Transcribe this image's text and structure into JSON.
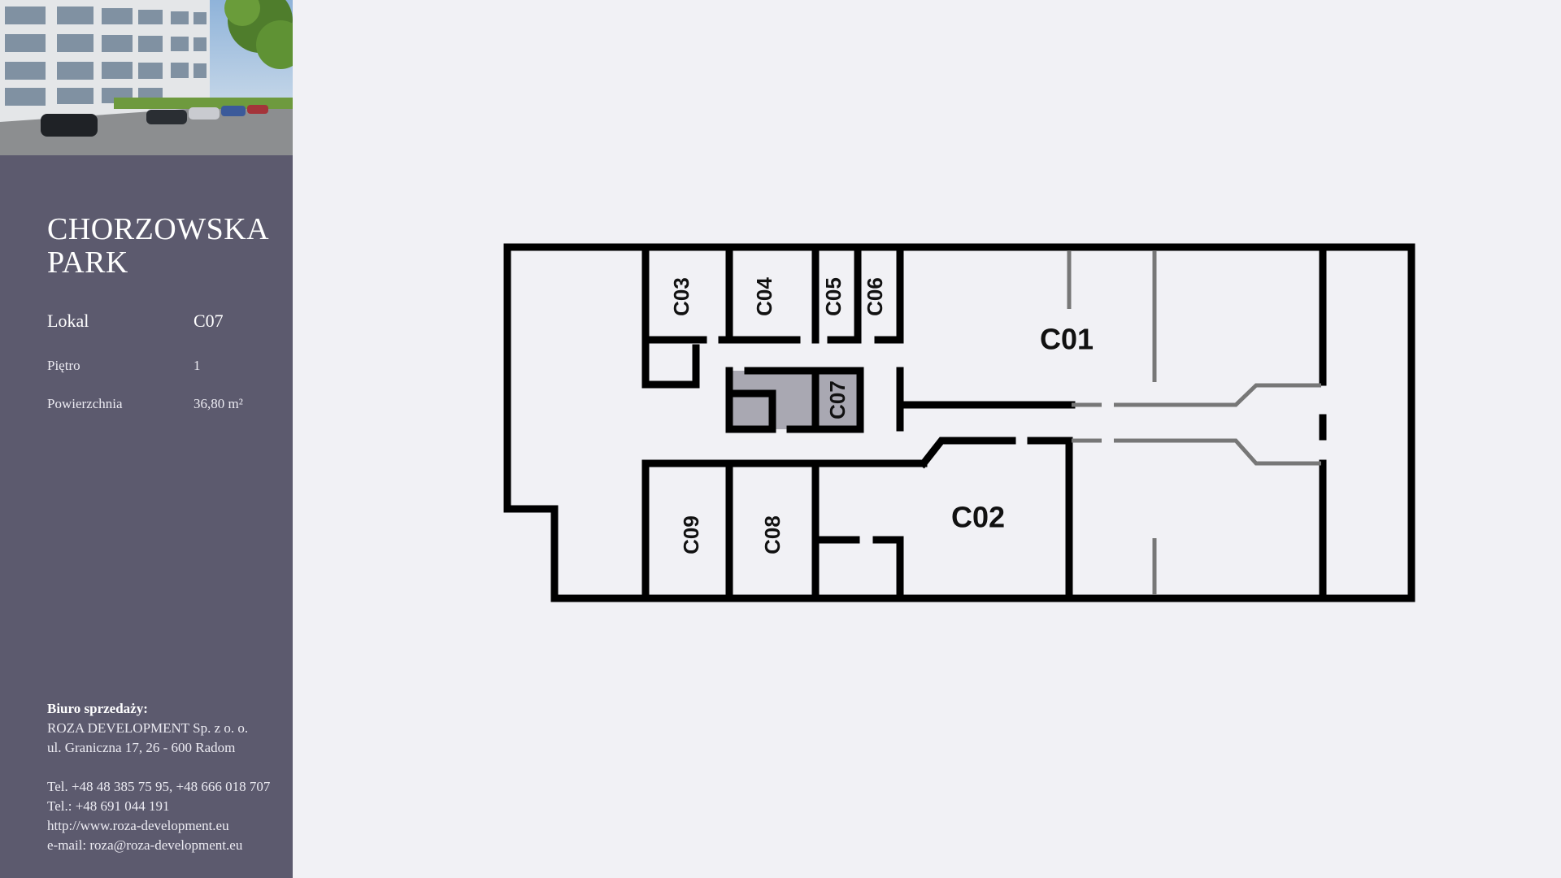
{
  "sidebar": {
    "photo_alt": "office building with parking",
    "title_line1": "CHORZOWSKA",
    "title_line2": "PARK",
    "unit_label": "Lokal",
    "unit_value": "C07",
    "floor_label": "Piętro",
    "floor_value": "1",
    "area_label": "Powierzchnia",
    "area_value": "36,80 m²"
  },
  "contact": {
    "heading": "Biuro sprzedaży:",
    "company": "ROZA DEVELOPMENT Sp. z o. o.",
    "address": "ul. Graniczna 17, 26 - 600 Radom",
    "phone1": "Tel. +48 48 385 75 95, +48 666 018 707",
    "phone2": "Tel.: +48 691 044 191",
    "website": "http://www.roza-development.eu",
    "email": "e-mail: roza@roza-development.eu"
  },
  "plan": {
    "selected_unit": "C07",
    "highlight_color": "#a9a8b2",
    "units": {
      "c01": "C01",
      "c02": "C02",
      "c03": "C03",
      "c04": "C04",
      "c05": "C05",
      "c06": "C06",
      "c07": "C07",
      "c08": "C08",
      "c09": "C09"
    }
  },
  "colors": {
    "sidebar_bg": "#5c5a6e",
    "page_bg": "#f1f1f5",
    "wall": "#000000",
    "partition": "#777777"
  }
}
